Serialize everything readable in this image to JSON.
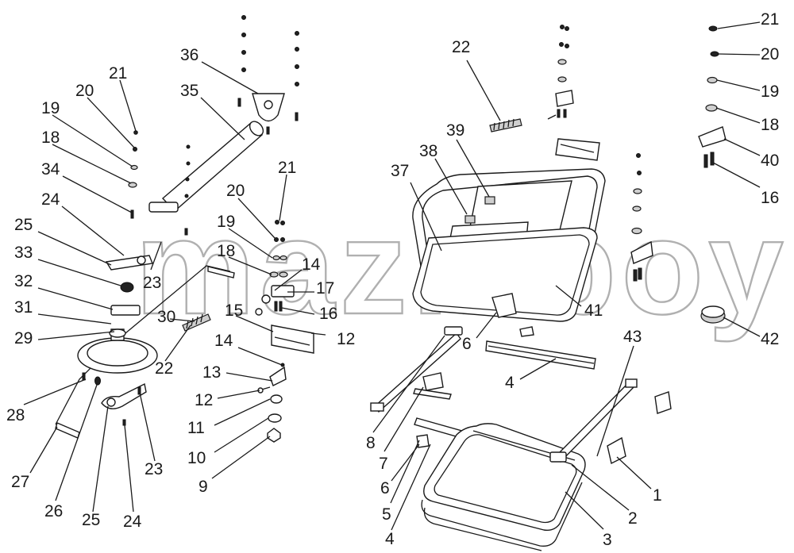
{
  "watermark": "mazikboy",
  "callouts": [
    {
      "id": "c1",
      "text": "21"
    },
    {
      "id": "c2",
      "text": "20"
    },
    {
      "id": "c3",
      "text": "19"
    },
    {
      "id": "c4",
      "text": "18"
    },
    {
      "id": "c5",
      "text": "34"
    },
    {
      "id": "c6",
      "text": "24"
    },
    {
      "id": "c7",
      "text": "25"
    },
    {
      "id": "c8",
      "text": "33"
    },
    {
      "id": "c9",
      "text": "32"
    },
    {
      "id": "c10",
      "text": "31"
    },
    {
      "id": "c11",
      "text": "29"
    },
    {
      "id": "c12",
      "text": "28"
    },
    {
      "id": "c13",
      "text": "27"
    },
    {
      "id": "c14",
      "text": "26"
    },
    {
      "id": "c15",
      "text": "25"
    },
    {
      "id": "c16",
      "text": "24"
    },
    {
      "id": "c17",
      "text": "23"
    },
    {
      "id": "c18",
      "text": "23"
    },
    {
      "id": "c19",
      "text": "30"
    },
    {
      "id": "c20",
      "text": "22"
    },
    {
      "id": "c21",
      "text": "36"
    },
    {
      "id": "c22",
      "text": "35"
    },
    {
      "id": "c23",
      "text": "21"
    },
    {
      "id": "c24",
      "text": "20"
    },
    {
      "id": "c25",
      "text": "19"
    },
    {
      "id": "c26",
      "text": "18"
    },
    {
      "id": "c27",
      "text": "14"
    },
    {
      "id": "c28",
      "text": "17"
    },
    {
      "id": "c29",
      "text": "15"
    },
    {
      "id": "c30",
      "text": "16"
    },
    {
      "id": "c31",
      "text": "12"
    },
    {
      "id": "c32",
      "text": "14"
    },
    {
      "id": "c33",
      "text": "13"
    },
    {
      "id": "c34",
      "text": "12"
    },
    {
      "id": "c35",
      "text": "11"
    },
    {
      "id": "c36",
      "text": "10"
    },
    {
      "id": "c37",
      "text": "9"
    },
    {
      "id": "c38",
      "text": "22"
    },
    {
      "id": "c39",
      "text": "39"
    },
    {
      "id": "c40",
      "text": "38"
    },
    {
      "id": "c41",
      "text": "37"
    },
    {
      "id": "c42",
      "text": "41"
    },
    {
      "id": "c43",
      "text": "6"
    },
    {
      "id": "c44",
      "text": "4"
    },
    {
      "id": "c45",
      "text": "8"
    },
    {
      "id": "c46",
      "text": "7"
    },
    {
      "id": "c47",
      "text": "6"
    },
    {
      "id": "c48",
      "text": "5"
    },
    {
      "id": "c49",
      "text": "4"
    },
    {
      "id": "c50",
      "text": "43"
    },
    {
      "id": "c51",
      "text": "1"
    },
    {
      "id": "c52",
      "text": "2"
    },
    {
      "id": "c53",
      "text": "3"
    },
    {
      "id": "c54",
      "text": "21"
    },
    {
      "id": "c55",
      "text": "20"
    },
    {
      "id": "c56",
      "text": "19"
    },
    {
      "id": "c57",
      "text": "18"
    },
    {
      "id": "c58",
      "text": "40"
    },
    {
      "id": "c59",
      "text": "16"
    },
    {
      "id": "c60",
      "text": "42"
    }
  ],
  "colors": {
    "ink": "#1a1a1a",
    "watermark": "#b0b0b0",
    "background": "#ffffff"
  }
}
